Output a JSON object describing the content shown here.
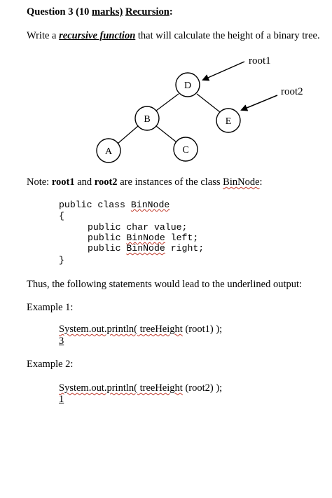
{
  "heading": {
    "prefix": "Question 3 (10 ",
    "marks": "marks)",
    "space": " ",
    "topic": "Recursion",
    "colon": ":"
  },
  "prompt": {
    "before": "Write a ",
    "emph": "recursive function",
    "after": " that will calculate the height of a binary tree."
  },
  "tree": {
    "root1_label": "root1",
    "root2_label": "root2",
    "nodes": {
      "D": "D",
      "B": "B",
      "E": "E",
      "A": "A",
      "C": "C"
    }
  },
  "note": {
    "lead": "Note: ",
    "root1": "root1",
    "and": " and ",
    "root2": "root2",
    "rest": " are instances of the class ",
    "class": "BinNode",
    "colon": ":"
  },
  "code": {
    "l1_a": "public class ",
    "l1_b": "BinNode",
    "l2": "{",
    "l3": "public char value;",
    "l4_a": "public ",
    "l4_b": "BinNode",
    "l4_c": " left;",
    "l5_a": "public ",
    "l5_b": "BinNode",
    "l5_c": " right;",
    "l6": "}"
  },
  "thus": "Thus, the following statements would lead to the underlined output:",
  "example1": {
    "label": "Example 1:",
    "stmt_a": "System.out.println(",
    "stmt_b": " treeHeight",
    "stmt_c": " (root1) );",
    "output": "3"
  },
  "example2": {
    "label": "Example 2:",
    "stmt_a": "System.out.println(",
    "stmt_b": " treeHeight",
    "stmt_c": " (root2) );",
    "output": "1"
  }
}
